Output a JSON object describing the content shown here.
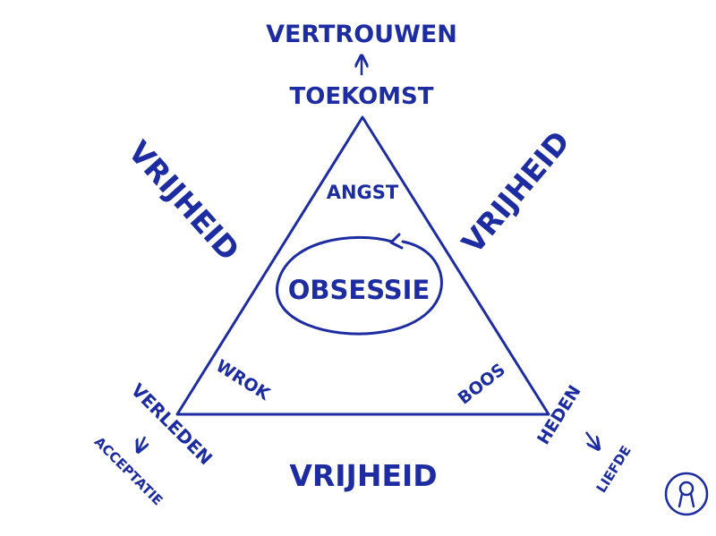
{
  "colors": {
    "ink": "#1d2ca0",
    "background": "#ffffff"
  },
  "labels": {
    "top_goal": "VERTROUWEN",
    "top_vertex": "TOEKOMST",
    "left_vertex": "VERLEDEN",
    "left_goal": "ACCEPTATIE",
    "right_vertex": "HEDEN",
    "right_goal": "LIEFDE",
    "freedom_left": "VRIJHEID",
    "freedom_right": "VRIJHEID",
    "freedom_bottom": "VRIJHEID",
    "inner_top": "ANGST",
    "inner_left": "WROK",
    "inner_right": "BOOS",
    "center": "OBSESSIE"
  },
  "icons": {
    "logo": "keyhole-badge-icon",
    "arrow": "arrow-icon",
    "cycle": "cycle-arrow-icon"
  }
}
